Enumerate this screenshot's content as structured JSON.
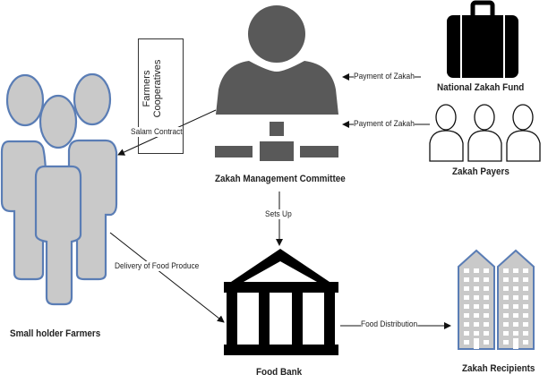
{
  "diagram": {
    "nodes": {
      "committee": {
        "label": "Zakah Management Committee",
        "icon": "person-org-chart-icon",
        "color": "#595959"
      },
      "fund": {
        "label": "National Zakah Fund",
        "icon": "briefcase-icon",
        "color": "#000000"
      },
      "payers": {
        "label": "Zakah Payers",
        "icon": "people-outline-icon",
        "color": "#000000"
      },
      "farmers": {
        "label": "Small holder Farmers",
        "icon": "group-of-people-icon",
        "fill": "#c9c9c9",
        "stroke": "#5a7db5"
      },
      "cooperatives": {
        "label_line1": "Farmers",
        "label_line2": "Cooperatives"
      },
      "food_bank": {
        "label": "Food Bank",
        "icon": "bank-building-icon",
        "color": "#000000"
      },
      "recipients": {
        "label": "Zakah Recipients",
        "icon": "apartment-buildings-icon",
        "fill": "#c9c9c9",
        "stroke": "#5a7db5"
      }
    },
    "edges": {
      "fund_to_committee": "Payment of Zakah",
      "payers_to_committee": "Payment of Zakah",
      "committee_to_farmers": "Salam Contract",
      "committee_to_foodbank": "Sets Up",
      "farmers_to_foodbank": "Delivery of Food Produce",
      "foodbank_to_recipients": "Food Distribution"
    }
  }
}
